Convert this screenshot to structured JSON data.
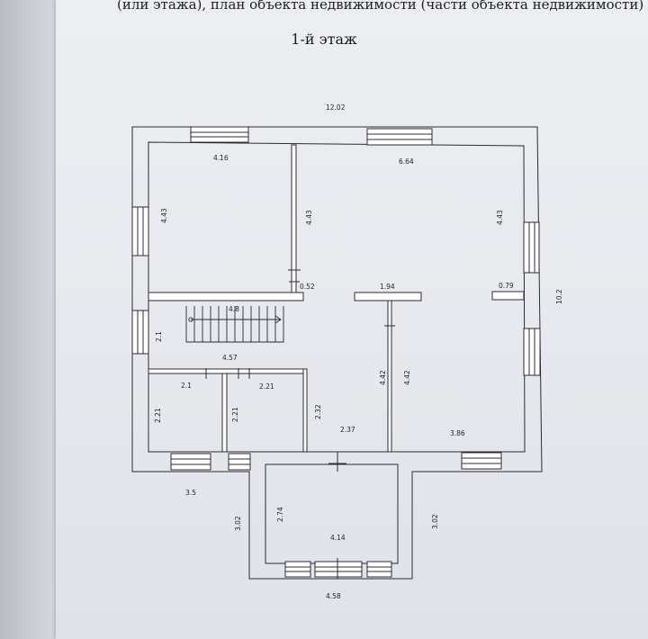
{
  "header": {
    "text": "(или этажа), план объекта недвижимости (части объекта недвижимости)"
  },
  "floor_title": "1-й этаж",
  "dimensions": {
    "overall_width": "12.02",
    "overall_height": "10.2",
    "room_tl_width": "4.16",
    "room_tl_height": "4.43",
    "room_tr_width": "6.64",
    "room_tr_height": "4.43",
    "partition_height": "4.43",
    "door_offset": "0.52",
    "corridor_len": "1.94",
    "right_offset": "0.79",
    "stair_len": "4.8",
    "stair_height": "2.1",
    "hall_width": "4.57",
    "small1_width": "2.1",
    "small2_width": "2.21",
    "small1_height": "2.21",
    "small2_height": "2.21",
    "hall_height": "2.32",
    "center_height": "4.42",
    "big_height": "4.42",
    "center_width": "2.37",
    "big_width": "3.86",
    "porch_offset": "3.5",
    "porch_left": "3.02",
    "porch_inner_h": "2.74",
    "porch_inner_w": "4.14",
    "porch_right": "3.02",
    "porch_width": "4.58"
  }
}
